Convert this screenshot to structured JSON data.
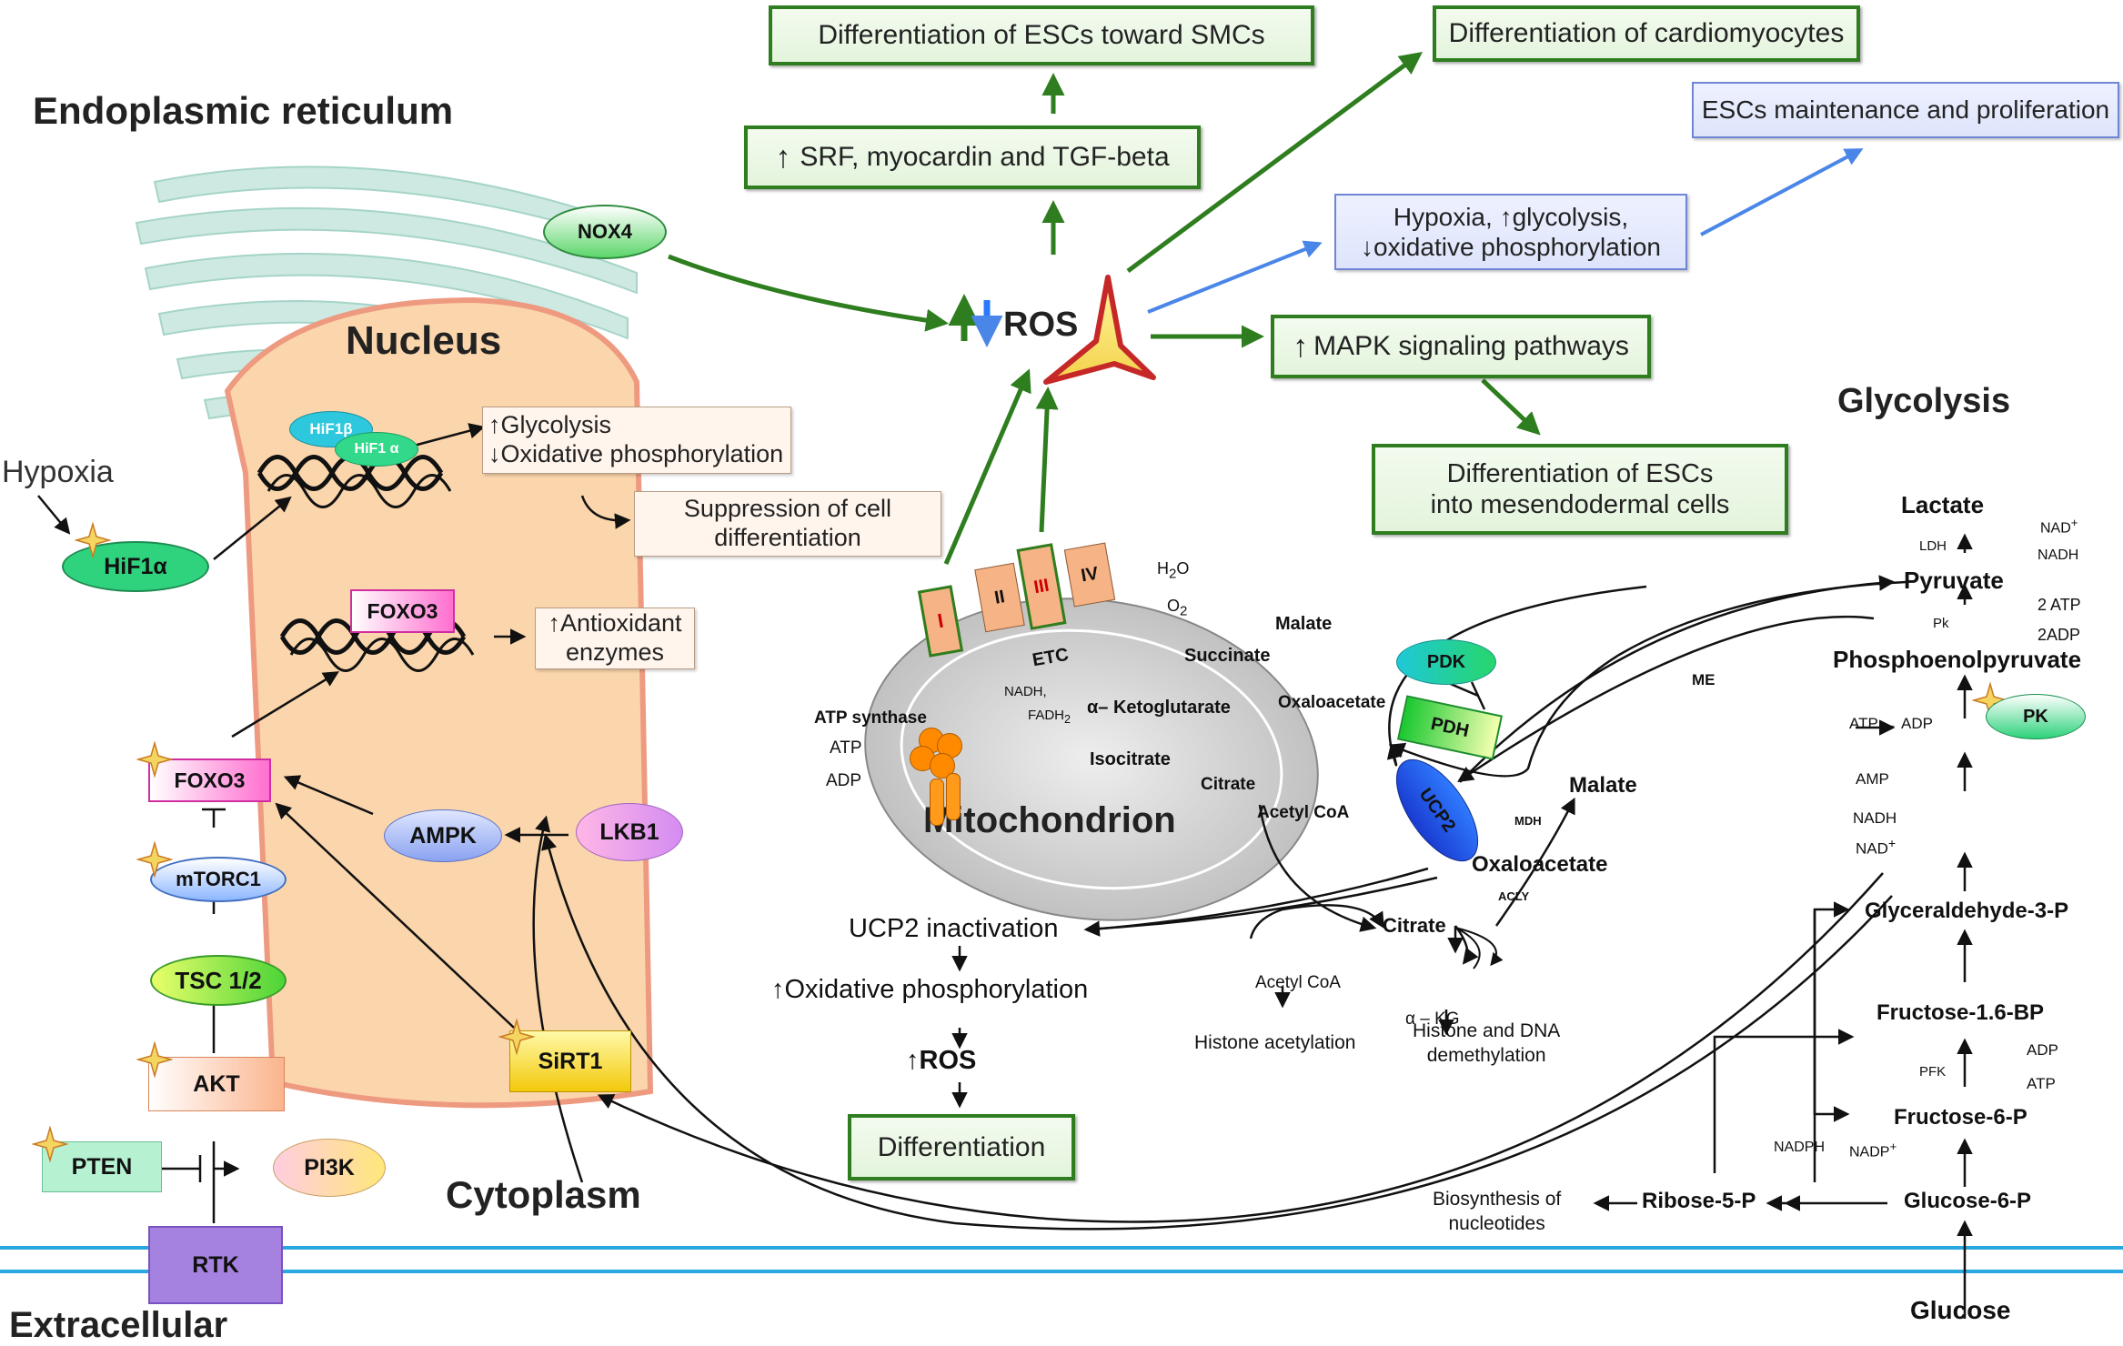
{
  "compartments": {
    "er": "Endoplasmic reticulum",
    "nucleus": "Nucleus",
    "cytoplasm": "Cytoplasm",
    "extracellular": "Extracellular",
    "mitochondrion": "Mitochondrion",
    "glycolysis": "Glycolysis"
  },
  "outcomes": {
    "smc": "Differentiation  of  ESCs toward SMCs",
    "cardio": "Differentiation of cardiomyocytes",
    "escs": "ESCs maintenance and proliferation",
    "srf": "SRF, myocardin and TGF-beta",
    "hypoxia_l1": "Hypoxia, ",
    "hypoxia_l1b": "glycolysis,",
    "hypoxia_l2": "oxidative phosphorylation",
    "mapk": "MAPK signaling pathways",
    "mesendo_l1": "Differentiation of  ESCs",
    "mesendo_l2": "into mesendodermal cells",
    "diff": "Differentiation"
  },
  "ros": "ROS",
  "nucleus_items": {
    "hif1b": "HiF1β",
    "hif1a": "HiF1 α",
    "glyco": "Glycolysis",
    "oxphos": "Oxidative phosphorylation",
    "suppress_l1": "Suppression of cell",
    "suppress_l2": "differentiation",
    "foxo3": "FOXO3",
    "anti_l1": "Antioxidant",
    "anti_l2": "enzymes"
  },
  "signaling": {
    "hypoxia": "Hypoxia",
    "hif1a": "HiF1α",
    "nox4": "NOX4",
    "foxo3": "FOXO3",
    "mtorc1": "mTORC1",
    "tsc": "TSC 1/2",
    "akt": "AKT",
    "pten": "PTEN",
    "pi3k": "PI3K",
    "rtk": "RTK",
    "ampk": "AMPK",
    "lkb1": "LKB1",
    "sirt1": "SiRT1"
  },
  "mito": {
    "etc": [
      "I",
      "II",
      "III",
      "IV"
    ],
    "etc_label": "ETC",
    "h2o": "H",
    "h2o_sub": "2",
    "h2o_end": "O",
    "o2": "O",
    "o2_sub": "2",
    "nadh": "NADH,",
    "fadh": "FADH",
    "fadh_sub": "2",
    "atp_synthase": "ATP synthase",
    "atp": "ATP",
    "adp": "ADP",
    "malate": "Malate",
    "succinate": "Succinate",
    "akg": "α– Ketoglutarate",
    "oxaloacetate": "Oxaloacetate",
    "isocitrate": "Isocitrate",
    "citrate": "Citrate",
    "acetylcoa": "Acetyl CoA",
    "pdk": "PDK",
    "pdh": "PDH",
    "ucp2": "UCP2"
  },
  "cyto_flow": {
    "ucp2_inact": "UCP2 inactivation",
    "oxphos": "Oxidative phosphorylation",
    "ros": "ROS",
    "malate": "Malate",
    "mdh": "MDH",
    "oxaloacetate": "Oxaloacetate",
    "acly": "ACLY",
    "citrate": "Citrate",
    "acetylcoa": "Acetyl CoA",
    "akg": "α – KG",
    "histone_acet": "Histone acetylation",
    "hdna_l1": "Histone and DNA",
    "hdna_l2": "demethylation",
    "me": "ME"
  },
  "glyco": {
    "lactate": "Lactate",
    "ldh": "LDH",
    "nad_plus": "NAD",
    "nadh": "NADH",
    "pyruvate": "Pyruvate",
    "pk_small": "Pk",
    "atp2": "2 ATP",
    "adp2": "2ADP",
    "pep": "Phosphoenolpyruvate",
    "pk": "PK",
    "atp": "ATP",
    "adp": "ADP",
    "amp": "AMP",
    "nadh2": "NADH",
    "nad2": "NAD",
    "g3p": "Glyceraldehyde-3-P",
    "f16bp": "Fructose-1.6-BP",
    "pfk": "PFK",
    "adp3": "ADP",
    "atp3": "ATP",
    "f6p": "Fructose-6-P",
    "nadph": "NADPH",
    "nadp": "NADP",
    "g6p": "Glucose-6-P",
    "r5p": "Ribose-5-P",
    "bio_l1": "Biosynthesis of",
    "bio_l2": "nucleotides",
    "glucose": "Glucose"
  },
  "colors": {
    "green_arrow": "#2e7d1e",
    "blue_arrow": "#4a86e8",
    "membrane": "#29a8e0",
    "nucleus_fill": "#fbd6ac"
  }
}
